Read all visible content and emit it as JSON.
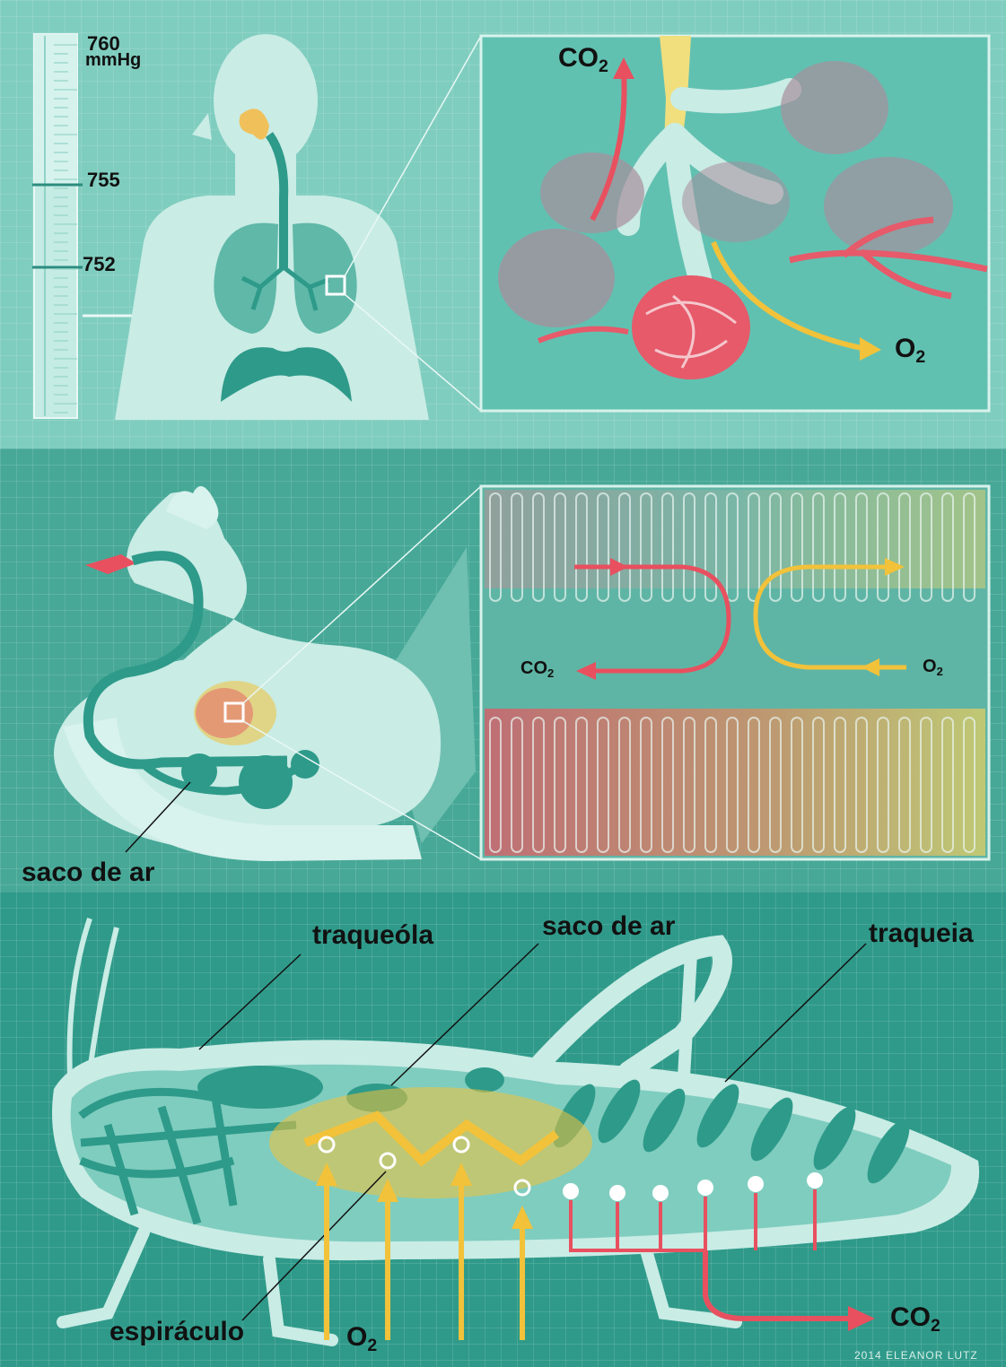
{
  "panel_human": {
    "scale": {
      "value_top": "760",
      "unit": "mmHg",
      "value_mid": "755",
      "value_low": "752"
    },
    "inset": {
      "gas_out": "CO",
      "gas_out_sub": "2",
      "gas_in": "O",
      "gas_in_sub": "2"
    }
  },
  "panel_bird": {
    "inset": {
      "gas_out": "CO",
      "gas_out_sub": "2",
      "gas_in": "O",
      "gas_in_sub": "2"
    },
    "label_air_sac": "saco de ar"
  },
  "panel_insect": {
    "label_tracheole": "traqueóla",
    "label_air_sac": "saco de ar",
    "label_trachea": "traqueia",
    "label_spiracle": "espiráculo",
    "gas_in": "O",
    "gas_in_sub": "2",
    "gas_out": "CO",
    "gas_out_sub": "2",
    "credit": "2014 ELEANOR LUTZ"
  },
  "colors": {
    "co2_arrow": "#e8505f",
    "o2_arrow": "#f2c23a",
    "body": "#c9ece5",
    "airway": "#2e9a8a"
  }
}
